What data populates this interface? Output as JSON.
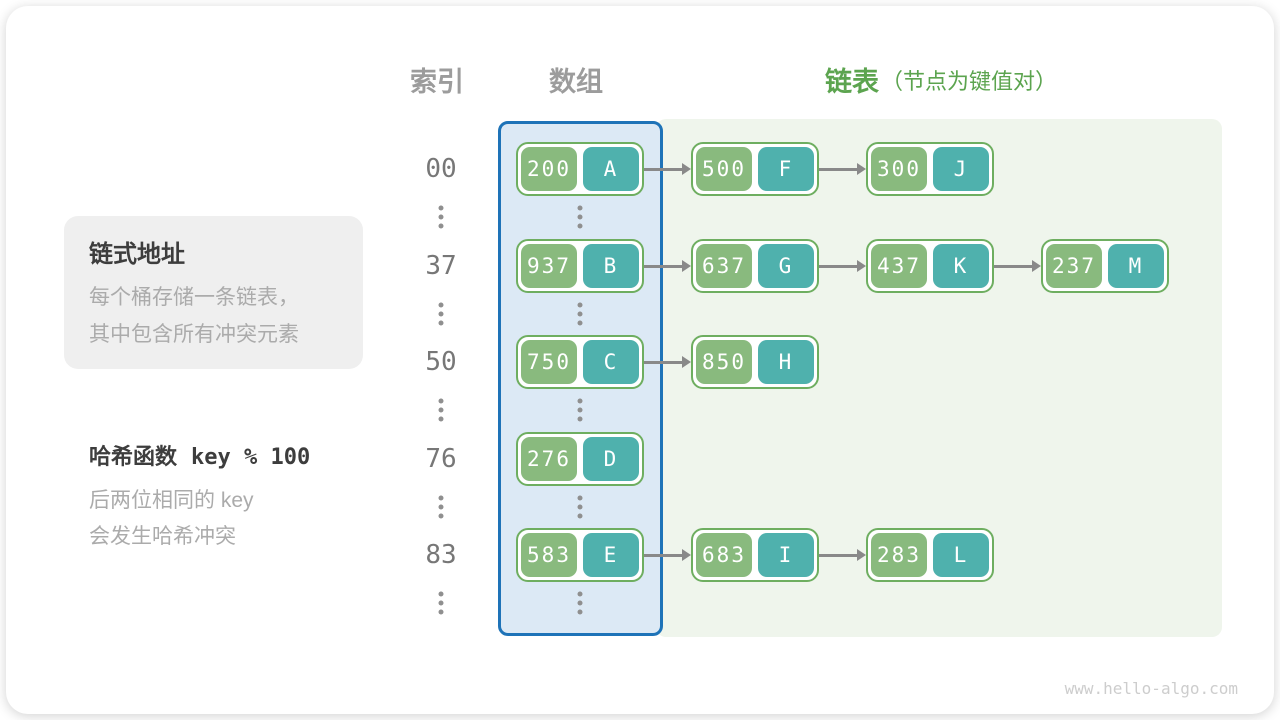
{
  "headers": {
    "index": "索引",
    "array": "数组",
    "list_bold": "链表",
    "list_note": "（节点为键值对）"
  },
  "sidebar": {
    "box_title": "链式地址",
    "box_line1": "每个桶存储一条链表，",
    "box_line2": "其中包含所有冲突元素",
    "hash_label": "哈希函数",
    "hash_code": "key % 100",
    "hash_line1": "后两位相同的 key",
    "hash_line2": "会发生哈希冲突"
  },
  "rows": [
    {
      "index": "00",
      "bucket": {
        "key": "200",
        "val": "A"
      },
      "chain": [
        {
          "key": "500",
          "val": "F"
        },
        {
          "key": "300",
          "val": "J"
        }
      ]
    },
    {
      "index": "37",
      "bucket": {
        "key": "937",
        "val": "B"
      },
      "chain": [
        {
          "key": "637",
          "val": "G"
        },
        {
          "key": "437",
          "val": "K"
        },
        {
          "key": "237",
          "val": "M"
        }
      ]
    },
    {
      "index": "50",
      "bucket": {
        "key": "750",
        "val": "C"
      },
      "chain": [
        {
          "key": "850",
          "val": "H"
        }
      ]
    },
    {
      "index": "76",
      "bucket": {
        "key": "276",
        "val": "D"
      },
      "chain": []
    },
    {
      "index": "83",
      "bucket": {
        "key": "583",
        "val": "E"
      },
      "chain": [
        {
          "key": "683",
          "val": "I"
        },
        {
          "key": "283",
          "val": "L"
        }
      ]
    }
  ],
  "ellipsis_icon": "vertical-dots",
  "watermark": "www.hello-algo.com",
  "colors": {
    "accent-green": "#5ca44f",
    "header-gray": "#9c9c9c",
    "node-border": "#6eae60",
    "key-fill": "#89ba7e",
    "val-fill": "#4fb1ad",
    "array-border": "#1e73b8",
    "array-fill": "#dce9f5",
    "list-fill": "#eff5ec",
    "sidebar-fill": "#efefef",
    "text-dark": "#3d3d3d",
    "text-gray": "#ababab",
    "index-gray": "#777777",
    "arrow": "#898989",
    "dot-gray": "#8f8f8f",
    "watermark": "#cdcdcd"
  }
}
